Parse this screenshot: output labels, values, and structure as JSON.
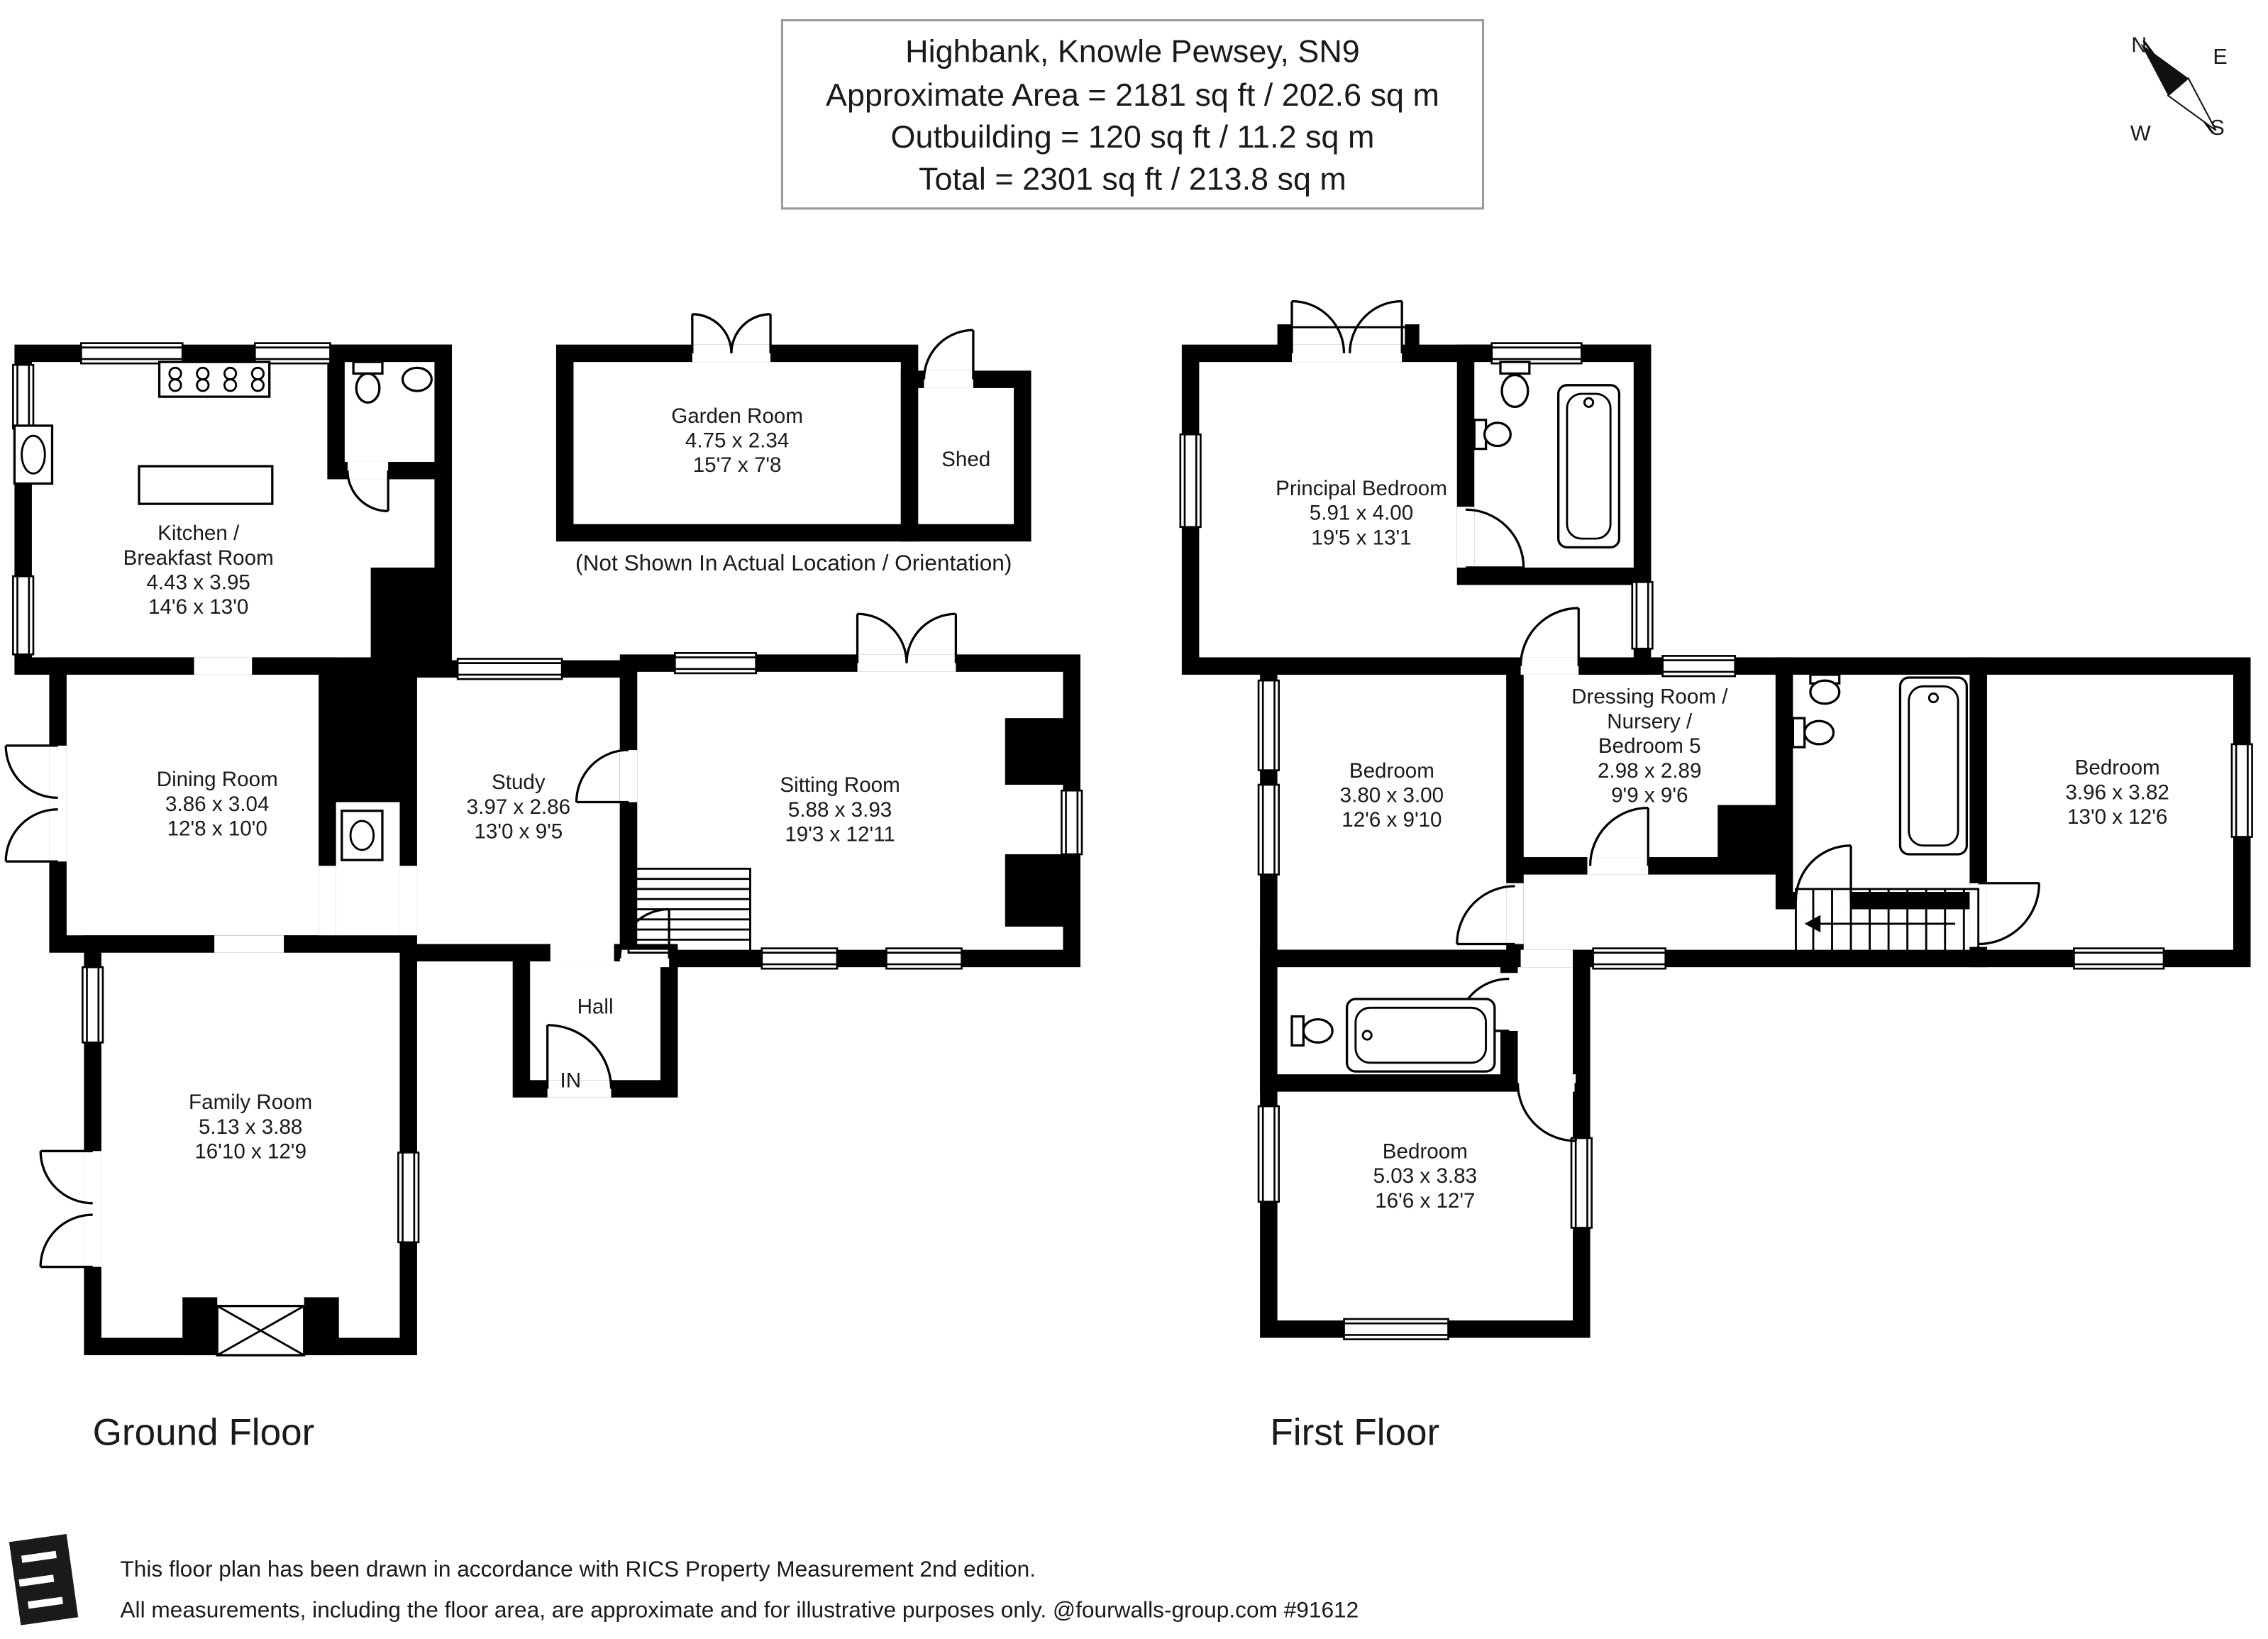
{
  "header": {
    "lines": [
      "Highbank, Knowle Pewsey, SN9",
      "Approximate Area = 2181 sq ft / 202.6 sq m",
      "Outbuilding = 120 sq ft / 11.2 sq m",
      "Total = 2301 sq ft / 213.8 sq m"
    ]
  },
  "compass": {
    "n": "N",
    "e": "E",
    "s": "S",
    "w": "W"
  },
  "ground_floor": {
    "label": "Ground Floor",
    "note": "(Not Shown In Actual Location / Orientation)",
    "rooms": {
      "kitchen": {
        "l1": "Kitchen /",
        "l2": "Breakfast Room",
        "metric": "4.43 x 3.95",
        "imperial": "14'6 x 13'0"
      },
      "dining": {
        "l1": "Dining Room",
        "metric": "3.86 x 3.04",
        "imperial": "12'8 x 10'0"
      },
      "study": {
        "l1": "Study",
        "metric": "3.97 x 2.86",
        "imperial": "13'0 x 9'5"
      },
      "sitting": {
        "l1": "Sitting Room",
        "metric": "5.88 x 3.93",
        "imperial": "19'3 x 12'11"
      },
      "family": {
        "l1": "Family Room",
        "metric": "5.13 x 3.88",
        "imperial": "16'10 x 12'9"
      },
      "hall": {
        "l1": "Hall"
      },
      "entrance": {
        "l1": "IN"
      },
      "garden": {
        "l1": "Garden Room",
        "metric": "4.75 x 2.34",
        "imperial": "15'7 x 7'8"
      },
      "shed": {
        "l1": "Shed"
      }
    }
  },
  "first_floor": {
    "label": "First Floor",
    "rooms": {
      "principal": {
        "l1": "Principal Bedroom",
        "metric": "5.91 x 4.00",
        "imperial": "19'5 x 13'1"
      },
      "bedroom2": {
        "l1": "Bedroom",
        "metric": "3.80 x 3.00",
        "imperial": "12'6 x 9'10"
      },
      "dressing": {
        "l1": "Dressing Room /",
        "l2": "Nursery /",
        "l3": "Bedroom 5",
        "metric": "2.98 x 2.89",
        "imperial": "9'9 x 9'6"
      },
      "bedroom3": {
        "l1": "Bedroom",
        "metric": "3.96 x 3.82",
        "imperial": "13'0 x 12'6"
      },
      "bedroom4": {
        "l1": "Bedroom",
        "metric": "5.03 x 3.83",
        "imperial": "16'6 x 12'7"
      }
    }
  },
  "footer": {
    "line1": "This floor plan has been drawn in accordance with RICS Property Measurement 2nd edition.",
    "line2": "All measurements, including the floor area, are approximate and for illustrative purposes only. @fourwalls-group.com #91612"
  }
}
